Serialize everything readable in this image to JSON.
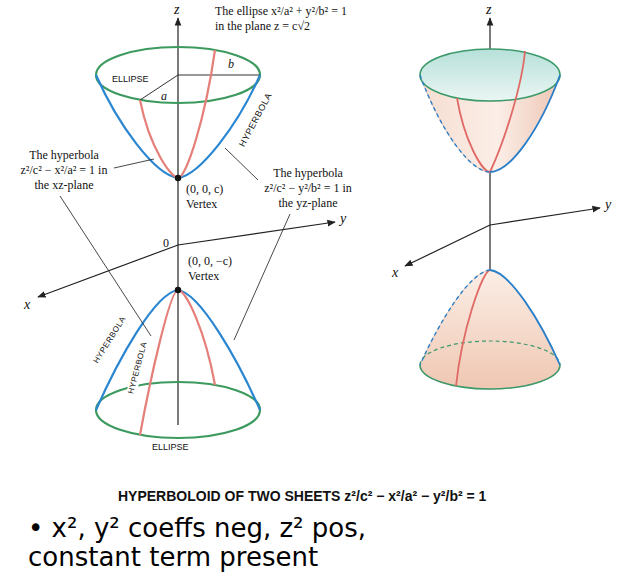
{
  "diagram": {
    "title": "HYPERBOLOID OF TWO SHEETS z²/c² − x²/a² − y²/b² = 1",
    "labels": [
      "z",
      "The ellipse x²/a² + y²/b² = 1 in the plane z = c√2",
      "a",
      "b",
      "ELLIPSE",
      "HYPERBOLA",
      "The hyperbola z²/c² − x²/a² = 1 in the xz-plane",
      "(0, 0, c) Vertex",
      "The hyperbola z²/c² − y²/b² = 1 in the yz-plane",
      "0",
      "y",
      "x",
      "(0, 0, −c) Vertex",
      "HYPERBOLA",
      "HYPERBOLA",
      "ELLIPSE",
      "z",
      "y",
      "x",
      "• x², y² coeffs neg, z² pos, constant term present"
    ]
  }
}
